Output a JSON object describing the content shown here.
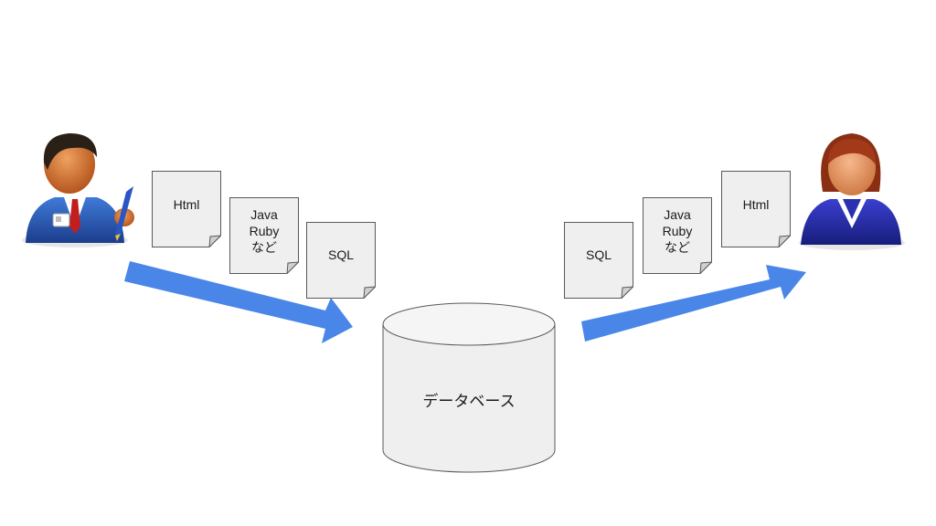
{
  "left_docs": [
    {
      "lines": [
        "Html"
      ]
    },
    {
      "lines": [
        "Java",
        "Ruby",
        "など"
      ]
    },
    {
      "lines": [
        "SQL"
      ]
    }
  ],
  "right_docs": [
    {
      "lines": [
        "SQL"
      ]
    },
    {
      "lines": [
        "Java",
        "Ruby",
        "など"
      ]
    },
    {
      "lines": [
        "Html"
      ]
    }
  ],
  "database": {
    "label": "データベース"
  },
  "colors": {
    "arrow": "#4a86e8",
    "doc_fill": "#efefef",
    "doc_stroke": "#595959",
    "db_fill": "#efefef"
  },
  "icons": {
    "left_person": "developer-man-icon",
    "right_person": "user-woman-icon"
  }
}
